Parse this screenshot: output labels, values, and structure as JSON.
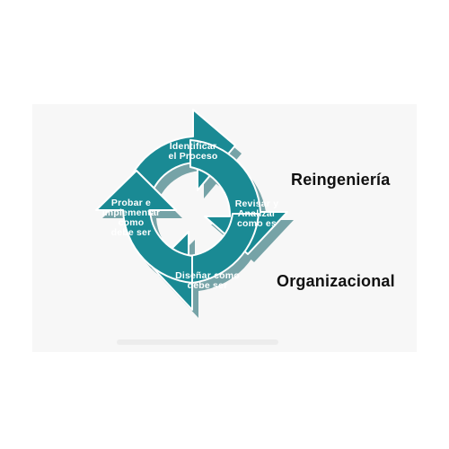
{
  "diagram": {
    "segments": [
      {
        "id": "identify",
        "label_lines": [
          "Identificar",
          "el Proceso"
        ]
      },
      {
        "id": "review",
        "label_lines": [
          "Revisar y",
          "Analizar",
          "como es"
        ]
      },
      {
        "id": "design",
        "label_lines": [
          "Diseñar como",
          "debe ser"
        ]
      },
      {
        "id": "test",
        "label_lines": [
          "Probar e",
          "Implementar",
          "como",
          "debe ser"
        ]
      }
    ],
    "colors": {
      "arrow_fill": "#1a8a94",
      "arrow_shadow": "#0e5f66",
      "label_text": "#ffffff",
      "title_text": "#111111"
    }
  },
  "title": {
    "line1": "Reingeniería",
    "line2": "Organizacional"
  }
}
